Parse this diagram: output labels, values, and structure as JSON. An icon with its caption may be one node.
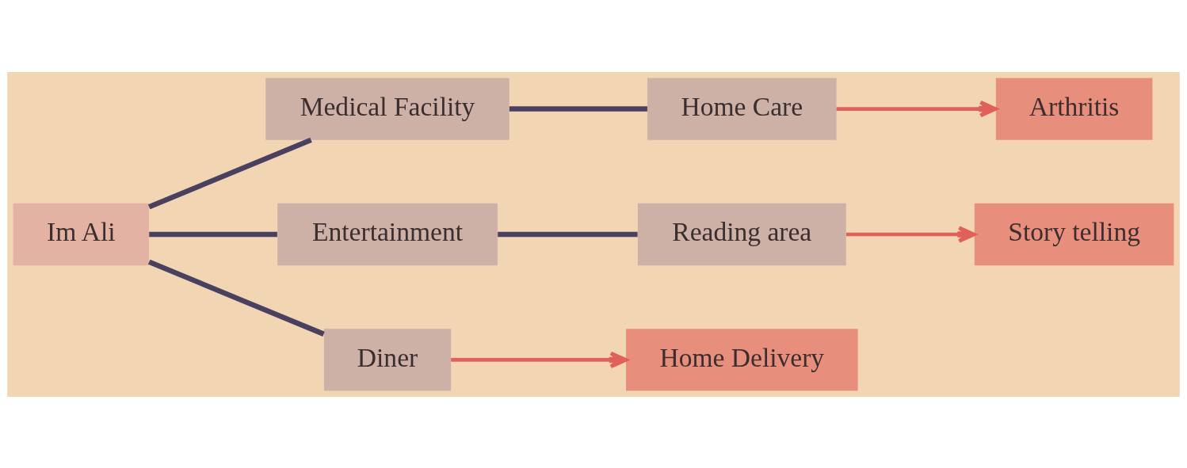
{
  "diagram": {
    "nodes": [
      {
        "text": [
          "Im Ali"
        ]
      },
      {
        "text": [
          "Medical Facility"
        ]
      },
      {
        "text": [
          "Home Care"
        ]
      },
      {
        "text": [
          "Arthritis"
        ]
      },
      {
        "text": [
          "Entertainment"
        ]
      },
      {
        "text": [
          "Reading area"
        ]
      },
      {
        "text": [
          "Story telling"
        ]
      },
      {
        "text": [
          "Diner"
        ]
      },
      {
        "text": [
          "Home Delivery"
        ]
      }
    ],
    "edges": [
      {
        "from": 0,
        "to": 1,
        "arrow": "none"
      },
      {
        "from": 1,
        "to": 2,
        "arrow": "none"
      },
      {
        "from": 2,
        "to": 3,
        "arrow": "to",
        "color": "#e0605a"
      },
      {
        "from": 0,
        "to": 4,
        "arrow": "none"
      },
      {
        "from": 4,
        "to": 5,
        "arrow": "none"
      },
      {
        "from": 5,
        "to": 6,
        "arrow": "to",
        "color": "#e0605a"
      },
      {
        "from": 0,
        "to": 7,
        "arrow": "none"
      },
      {
        "from": 7,
        "to": 8,
        "arrow": "to",
        "color": "#e0605a"
      }
    ]
  }
}
